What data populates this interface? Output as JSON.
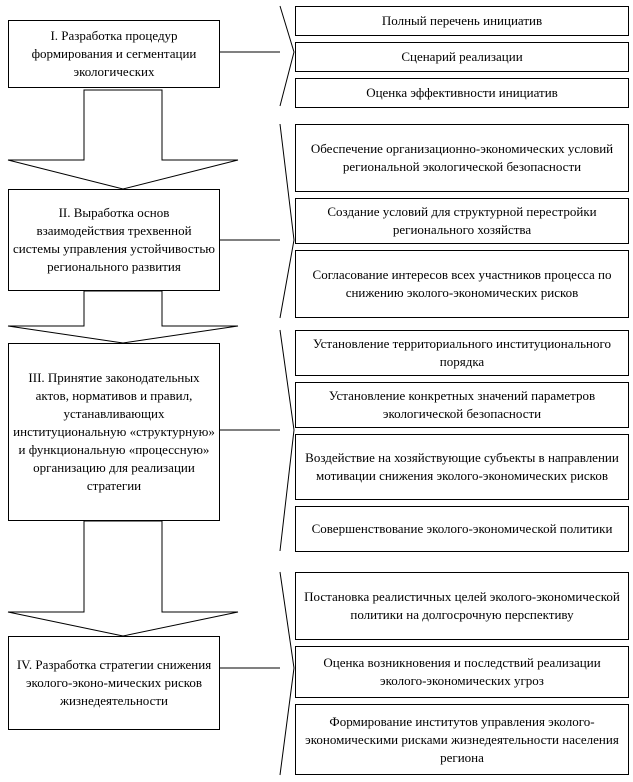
{
  "stages": [
    {
      "id": "stage1",
      "text": "I. Разработка процедур формирования и сегментации экологических",
      "items": [
        "Полный перечень инициатив",
        "Сценарий реализации",
        "Оценка эффективности инициатив"
      ]
    },
    {
      "id": "stage2",
      "text": "II. Выработка основ взаимодействия трехвенной системы управления устойчивостью регионального развития",
      "items": [
        "Обеспечение организационно-экономических условий региональной экологической безопасности",
        "Создание условий для структурной перестройки регионального хозяйства",
        "Согласование интересов всех участников процесса по снижению эколого-экономических рисков"
      ]
    },
    {
      "id": "stage3",
      "text": "III. Принятие законодательных актов, нормативов и правил, устанавливающих институциональную «структурную» и функциональную «процессную» организацию для реализации стратегии",
      "items": [
        "Установление территориального институционального порядка",
        "Установление конкретных значений параметров экологической безопасности",
        "Воздействие на хозяйствующие субъекты в направлении мотивации снижения эколого-экономических рисков",
        "Совершенствование эколого-экономической политики"
      ]
    },
    {
      "id": "stage4",
      "text": "IV. Разработка стратегии снижения эколого-эконо-мических рисков жизнедеятельности",
      "items": [
        "Постановка реалистичных целей эколого-экономической политики на долгосрочную перспективу",
        "Оценка возникновения и последствий реализации эколого-экономических угроз",
        "Формирование институтов управления эколого-экономическими рисками жизнедеятельности населения региона"
      ]
    }
  ]
}
